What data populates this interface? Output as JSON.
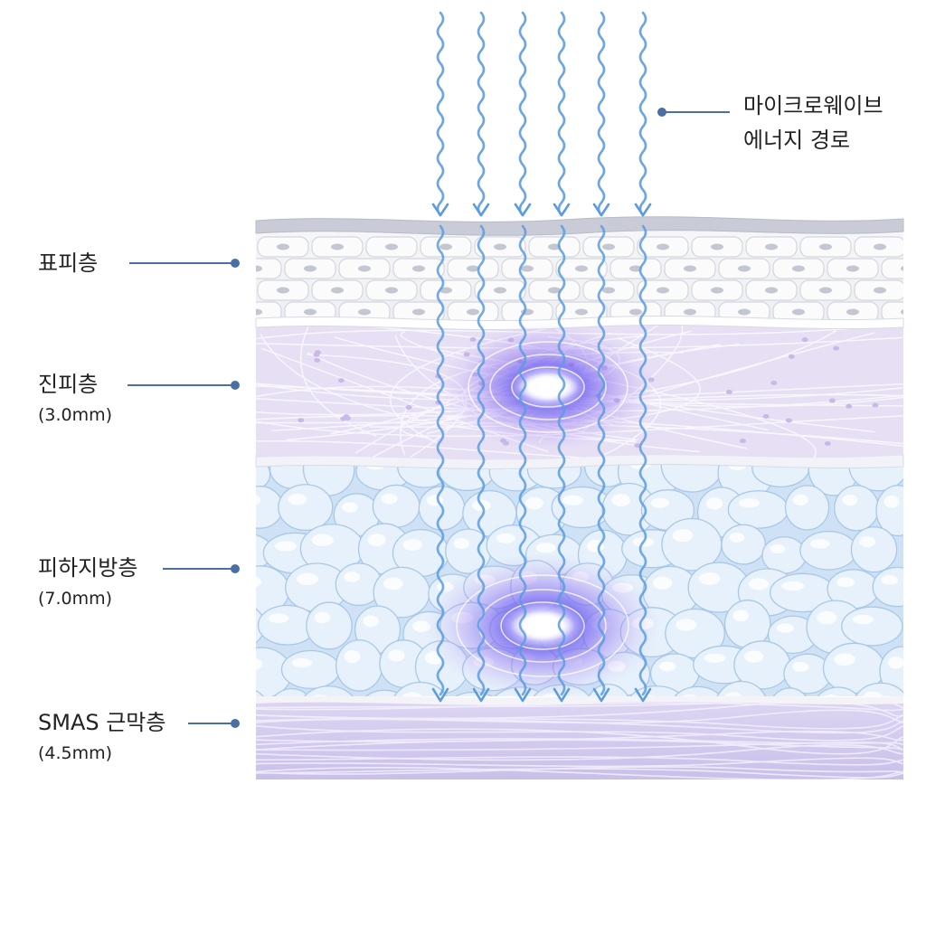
{
  "labels": {
    "energy": {
      "line1": "마이크로웨이브",
      "line2": "에너지 경로"
    },
    "epidermis": {
      "name": "표피층"
    },
    "dermis": {
      "name": "진피층",
      "depth": "(3.0mm)"
    },
    "fat": {
      "name": "피하지방층",
      "depth": "(7.0mm)"
    },
    "smas": {
      "name": "SMAS 근막층",
      "depth": "(4.5mm)"
    }
  },
  "colors": {
    "leader": "#4a6fa5",
    "wave": "#5b9be0",
    "epidermis": "#f2f3f5",
    "dermis": "#e6def5",
    "fat": "#d3e6f7",
    "smas": "#d9d3f0",
    "focus": "#8a70f0"
  }
}
